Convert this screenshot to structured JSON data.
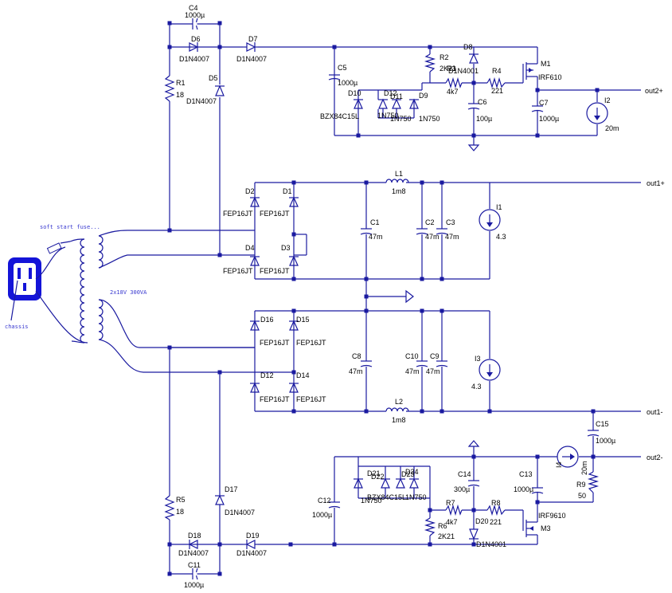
{
  "labels": {
    "C4": "C4",
    "C4v": "1000µ",
    "D6": "D6",
    "D6v": "D1N4007",
    "D7": "D7",
    "D7v": "D1N4007",
    "D5": "D5",
    "D5v": "D1N4007",
    "R1": "R1",
    "R1v": "18",
    "C5": "C5",
    "C5v": "1000µ",
    "R2": "R2",
    "R2v": "2K21",
    "D8": "D8",
    "D8v": "D1N4001",
    "M1": "M1",
    "M1v": "IRF610",
    "R3": "R3",
    "R3v": "4k7",
    "R4": "R4",
    "R4v": "221",
    "D10": "D10",
    "D10v": "BZX84C15L",
    "D12": "D12",
    "D11": "D11",
    "D9": "D9",
    "D1n750a": "1N750",
    "D1n750b": "1N750",
    "D1n750c": "1N750",
    "C6": "C6",
    "C6v": "100µ",
    "C7": "C7",
    "C7v": "1000µ",
    "I2": "I2",
    "I2v": "20m",
    "out2p": "out2+",
    "L1": "L1",
    "L1v": "1m8",
    "out1p": "out1+",
    "D2": "D2",
    "D1": "D1",
    "D4": "D4",
    "D3": "D3",
    "FEP": "FEP16JT",
    "C1": "C1",
    "C1v": "47m",
    "C2": "C2",
    "C2v": "47m",
    "C3": "C3",
    "C3v": "47m",
    "I1": "I1",
    "I1v": "4.3",
    "softstart": "soft start fuse...",
    "trafo": "2x18V  300VA",
    "chassis": "chassis",
    "D16": "D16",
    "D15": "D15",
    "D12b": "D12",
    "D14": "D14",
    "C8": "C8",
    "C8v": "47m",
    "C10": "C10",
    "C10v": "47m",
    "C9": "C9",
    "C9v": "47m",
    "I3": "I3",
    "I3v": "4.3",
    "L2": "L2",
    "L2v": "1m8",
    "out1m": "out1-",
    "C15": "C15",
    "C15v": "1000µ",
    "I4": "I4",
    "I4v": "20m",
    "out2m": "out2-",
    "R9": "R9",
    "R9v": "50",
    "D21": "D21",
    "D22": "D22",
    "D23": "D23",
    "D24": "D24",
    "D21v": "BZX84C15L",
    "D22v": "1N750",
    "D24v": "1N750",
    "C14": "C14",
    "C14v": "300µ",
    "C13": "C13",
    "C13v": "1000µ",
    "C12": "C12",
    "C12v": "1000µ",
    "R7": "R7",
    "R7v": "4k7",
    "R8": "R8",
    "R8v": "221",
    "R6": "R6",
    "R6v": "2K21",
    "D20": "D20",
    "D20v": "D1N4001",
    "M3": "M3",
    "M3v": "IRF9610",
    "R5": "R5",
    "R5v": "18",
    "D17": "D17",
    "D17v": "D1N4007",
    "D18": "D18",
    "D18v": "D1N4007",
    "D19": "D19",
    "D19v": "D1N4007",
    "C11": "C11",
    "C11v": "1000µ"
  }
}
